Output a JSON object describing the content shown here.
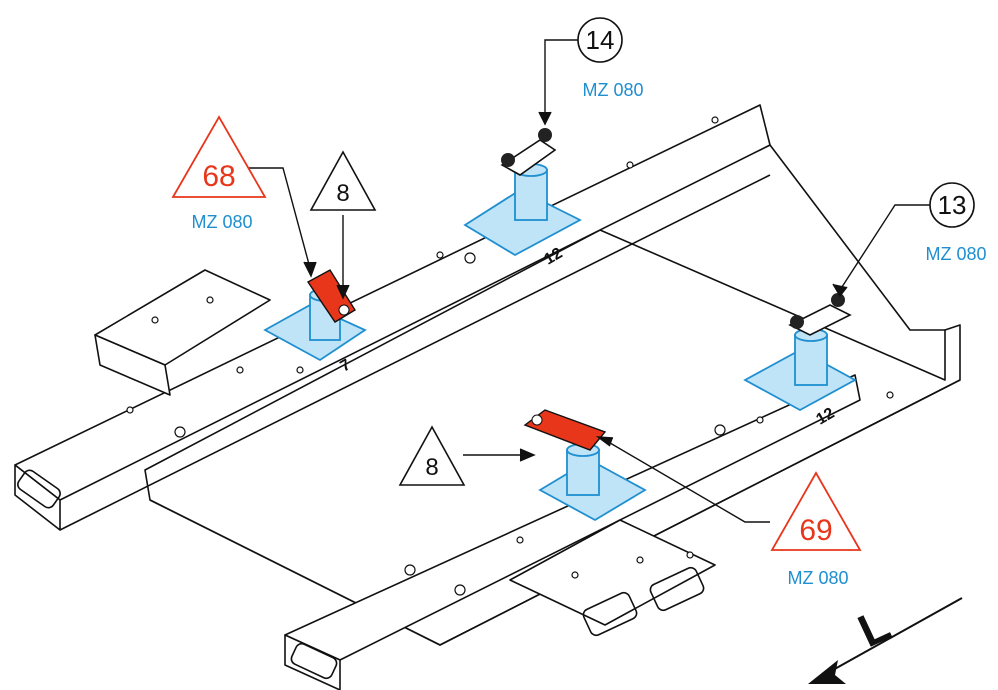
{
  "callouts": {
    "c14": {
      "number": "14",
      "code": "MZ 080"
    },
    "c13": {
      "number": "13",
      "code": "MZ 080"
    },
    "c68": {
      "number": "68",
      "code": "MZ 080"
    },
    "c69": {
      "number": "69",
      "code": "MZ 080"
    },
    "t8_top": {
      "number": "8"
    },
    "t8_bottom": {
      "number": "8"
    }
  },
  "part_marks": {
    "m12_top": "12",
    "m12_right": "12",
    "m7": "7"
  },
  "direction_marker": {
    "letter": "L"
  },
  "colors": {
    "line": "#111111",
    "fixture": "#1f8fd0",
    "fixture_fill": "#bfe3f7",
    "highlight": "#e8361b"
  }
}
